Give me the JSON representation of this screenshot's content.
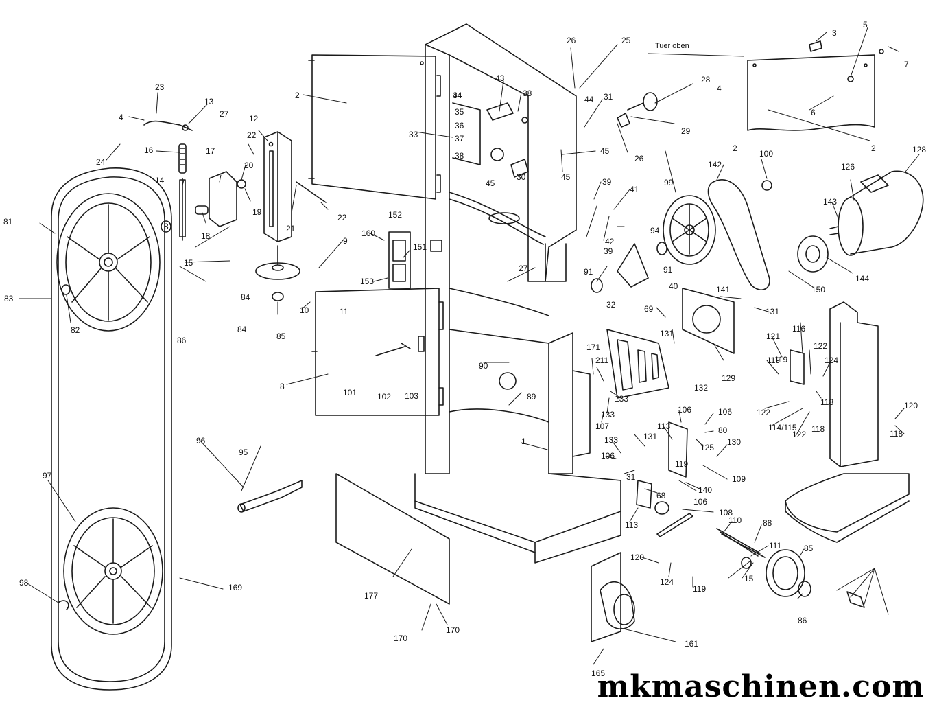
{
  "diagram": {
    "door_note": "Tuer oben",
    "callouts": [
      "1",
      "2",
      "2",
      "2",
      "3",
      "4",
      "4",
      "5",
      "6",
      "7",
      "8",
      "9",
      "10",
      "11",
      "12",
      "13",
      "14",
      "15",
      "15",
      "16",
      "17",
      "18",
      "19",
      "20",
      "21",
      "22",
      "22",
      "23",
      "24",
      "25",
      "26",
      "26",
      "27",
      "27",
      "28",
      "29",
      "30",
      "31",
      "31",
      "32",
      "33",
      "34",
      "35",
      "36",
      "37",
      "38",
      "38",
      "39",
      "39",
      "40",
      "41",
      "42",
      "43",
      "44",
      "44",
      "45",
      "45",
      "45",
      "68",
      "69",
      "80",
      "81",
      "81",
      "82",
      "83",
      "84",
      "84",
      "85",
      "85",
      "86",
      "86",
      "88",
      "89",
      "90",
      "91",
      "91",
      "94",
      "95",
      "96",
      "97",
      "98",
      "99",
      "100",
      "101",
      "102",
      "103",
      "106",
      "106",
      "106",
      "106",
      "107",
      "108",
      "109",
      "110",
      "111",
      "113",
      "113",
      "114/115",
      "116",
      "118",
      "118",
      "118",
      "119",
      "119",
      "119",
      "119",
      "120",
      "120",
      "121",
      "122",
      "122",
      "122",
      "124",
      "124",
      "125",
      "126",
      "128",
      "129",
      "130",
      "131",
      "131",
      "131",
      "132",
      "133",
      "133",
      "133",
      "140",
      "141",
      "142",
      "143",
      "144",
      "150",
      "151",
      "152",
      "153",
      "160",
      "161",
      "165",
      "169",
      "170",
      "170",
      "171",
      "177",
      "211"
    ]
  },
  "watermark": "mkmaschinen.com"
}
